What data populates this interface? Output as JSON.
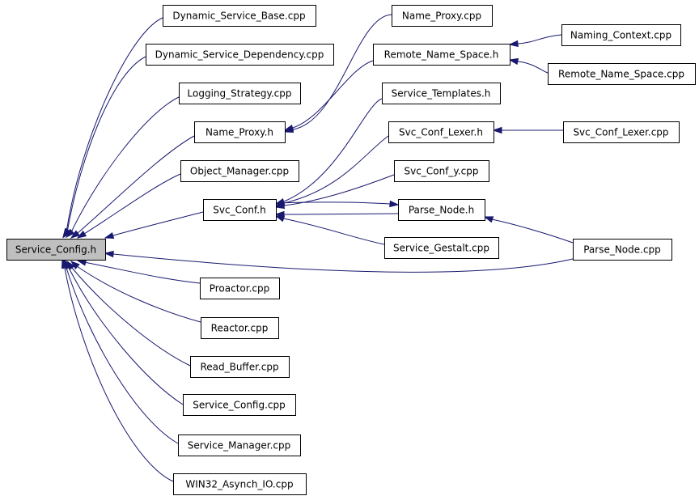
{
  "diagram": {
    "root": "Service_Config.h",
    "nodes": {
      "service_config_h": "Service_Config.h",
      "dynamic_service_base_cpp": "Dynamic_Service_Base.cpp",
      "dynamic_service_dependency_cpp": "Dynamic_Service_Dependency.cpp",
      "logging_strategy_cpp": "Logging_Strategy.cpp",
      "name_proxy_h": "Name_Proxy.h",
      "object_manager_cpp": "Object_Manager.cpp",
      "svc_conf_h": "Svc_Conf.h",
      "proactor_cpp": "Proactor.cpp",
      "reactor_cpp": "Reactor.cpp",
      "read_buffer_cpp": "Read_Buffer.cpp",
      "service_config_cpp": "Service_Config.cpp",
      "service_manager_cpp": "Service_Manager.cpp",
      "win32_asynch_io_cpp": "WIN32_Asynch_IO.cpp",
      "name_proxy_cpp": "Name_Proxy.cpp",
      "remote_name_space_h": "Remote_Name_Space.h",
      "service_templates_h": "Service_Templates.h",
      "svc_conf_lexer_h": "Svc_Conf_Lexer.h",
      "svc_conf_y_cpp": "Svc_Conf_y.cpp",
      "parse_node_h": "Parse_Node.h",
      "service_gestalt_cpp": "Service_Gestalt.cpp",
      "naming_context_cpp": "Naming_Context.cpp",
      "remote_name_space_cpp": "Remote_Name_Space.cpp",
      "svc_conf_lexer_cpp": "Svc_Conf_Lexer.cpp",
      "parse_node_cpp": "Parse_Node.cpp"
    },
    "edges": [
      [
        "dynamic_service_base_cpp",
        "service_config_h"
      ],
      [
        "dynamic_service_dependency_cpp",
        "service_config_h"
      ],
      [
        "logging_strategy_cpp",
        "service_config_h"
      ],
      [
        "name_proxy_h",
        "service_config_h"
      ],
      [
        "object_manager_cpp",
        "service_config_h"
      ],
      [
        "svc_conf_h",
        "service_config_h"
      ],
      [
        "parse_node_cpp",
        "service_config_h"
      ],
      [
        "proactor_cpp",
        "service_config_h"
      ],
      [
        "reactor_cpp",
        "service_config_h"
      ],
      [
        "read_buffer_cpp",
        "service_config_h"
      ],
      [
        "service_config_cpp",
        "service_config_h"
      ],
      [
        "service_manager_cpp",
        "service_config_h"
      ],
      [
        "win32_asynch_io_cpp",
        "service_config_h"
      ],
      [
        "name_proxy_cpp",
        "name_proxy_h"
      ],
      [
        "remote_name_space_h",
        "name_proxy_h"
      ],
      [
        "naming_context_cpp",
        "remote_name_space_h"
      ],
      [
        "remote_name_space_cpp",
        "remote_name_space_h"
      ],
      [
        "service_templates_h",
        "svc_conf_h"
      ],
      [
        "svc_conf_lexer_h",
        "svc_conf_h"
      ],
      [
        "svc_conf_y_cpp",
        "svc_conf_h"
      ],
      [
        "parse_node_h",
        "svc_conf_h"
      ],
      [
        "svc_conf_h",
        "parse_node_h"
      ],
      [
        "service_gestalt_cpp",
        "svc_conf_h"
      ],
      [
        "svc_conf_lexer_cpp",
        "svc_conf_lexer_h"
      ],
      [
        "parse_node_cpp",
        "parse_node_h"
      ]
    ],
    "colors": {
      "edge": "#191970",
      "node_border": "#000000",
      "node_fill": "#ffffff",
      "root_fill": "#bfbfbf"
    }
  }
}
